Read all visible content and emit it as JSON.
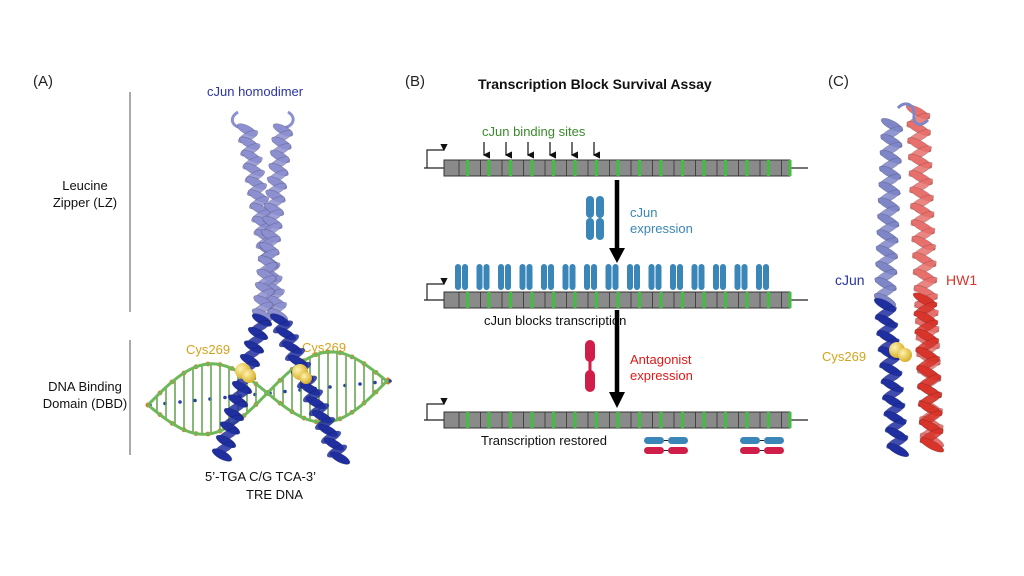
{
  "panels": {
    "a": {
      "letter": "(A)",
      "protein_label": "cJun homodimer",
      "region_lz_line1": "Leucine",
      "region_lz_line2": "Zipper (LZ)",
      "region_dbd_line1": "DNA Binding",
      "region_dbd_line2": "Domain (DBD)",
      "cys_label_left": "Cys269",
      "cys_label_right": "Cys269",
      "dna_seq": "5’-TGA C/G TCA-3’",
      "dna_name": "TRE DNA"
    },
    "b": {
      "letter": "(B)",
      "title": "Transcription  Block  Survival  Assay",
      "binding_sites_label": "cJun binding sites",
      "cjun_expr_line1": "cJun",
      "cjun_expr_line2": "expression",
      "block_label": "cJun blocks transcription",
      "antag_line1": "Antagonist",
      "antag_line2": "expression",
      "restored_label": "Transcription restored"
    },
    "c": {
      "letter": "(C)",
      "cjun_label": "cJun",
      "hw1_label": "HW1",
      "cys_label": "Cys269"
    }
  },
  "colors": {
    "lz_helix": "#8c8fd0",
    "dbd_helix": "#1f2fa0",
    "cys_sphere": "#e3c23a",
    "cjun_text": "#2a35a0",
    "binding_text": "#3a8a2a",
    "cjun_protein": "#3a86b8",
    "antagonist": "#d01e4a",
    "hw1_light": "#e8706c",
    "hw1_dark": "#d8342a",
    "gene_box": "#8a8a8a",
    "site_band": "#3fbf3f",
    "antag_text": "#e01818"
  }
}
